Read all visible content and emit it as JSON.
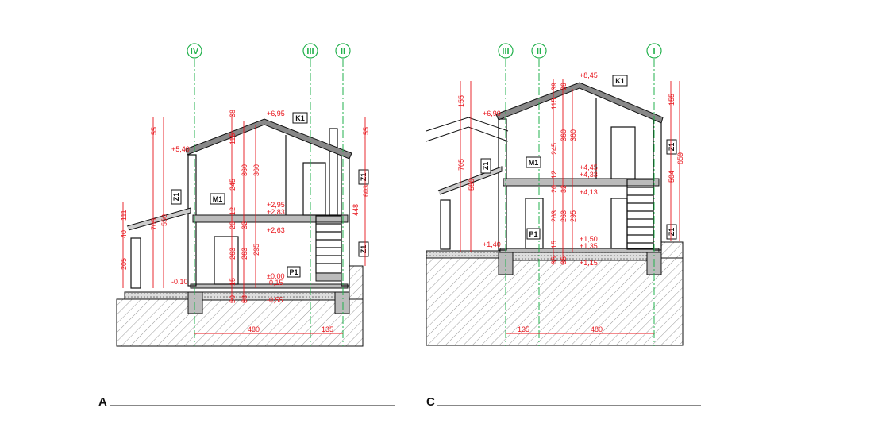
{
  "section_a": {
    "title": "A",
    "axes": [
      "IV",
      "III",
      "II"
    ],
    "tags": [
      "K1",
      "Z1",
      "M1",
      "Z1",
      "Z1",
      "P1"
    ],
    "levels": [
      "+6,95",
      "+5,40",
      "+2,95",
      "+2,83",
      "+2,63",
      "±0,00",
      "-0,15",
      "-0,10",
      "-0,55"
    ],
    "dims_left": [
      "155",
      "705",
      "550",
      "111",
      "40",
      "205"
    ],
    "dims_mid": [
      "38",
      "115",
      "245",
      "12",
      "20",
      "263",
      "15",
      "20",
      "360",
      "32",
      "263",
      "38",
      "360",
      "295"
    ],
    "dims_right": [
      "155",
      "603",
      "448"
    ],
    "dims_bottom": [
      "480",
      "135"
    ]
  },
  "section_c": {
    "title": "C",
    "axes": [
      "III",
      "II",
      "I"
    ],
    "tags": [
      "K1",
      "Z1",
      "M1",
      "Z1",
      "Z1",
      "P1"
    ],
    "levels": [
      "+8,45",
      "+6,90",
      "+4,45",
      "+4,33",
      "+4,13",
      "+1,50",
      "+1,35",
      "+1,40",
      "+1,15"
    ],
    "dims_left": [
      "155",
      "705",
      "550"
    ],
    "dims_mid": [
      "39",
      "115",
      "245",
      "12",
      "20",
      "263",
      "15",
      "35",
      "39",
      "360",
      "32",
      "263",
      "35",
      "360",
      "295"
    ],
    "dims_right": [
      "155",
      "659",
      "504"
    ],
    "dims_bottom": [
      "135",
      "480"
    ]
  },
  "colors": {
    "axis": "#22b14c",
    "dimension": "#e8141b",
    "line": "#111111"
  }
}
